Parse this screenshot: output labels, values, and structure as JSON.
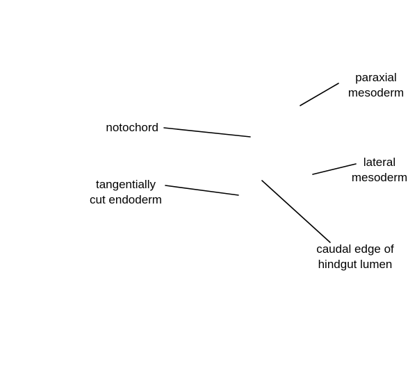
{
  "labels": {
    "paraxial_mesoderm": {
      "line1": "paraxial",
      "line2": "mesoderm"
    },
    "notochord": {
      "line1": "notochord"
    },
    "lateral_mesoderm": {
      "line1": "lateral",
      "line2": "mesoderm"
    },
    "tangentially_cut_endoderm": {
      "line1": "tangentially",
      "line2": "cut endoderm"
    },
    "caudal_edge_hindgut_lumen": {
      "line1": "caudal edge of",
      "line2": "hindgut lumen"
    }
  },
  "colors": {
    "background": "#ffffff",
    "text": "#000000",
    "leader_line": "#000000"
  }
}
